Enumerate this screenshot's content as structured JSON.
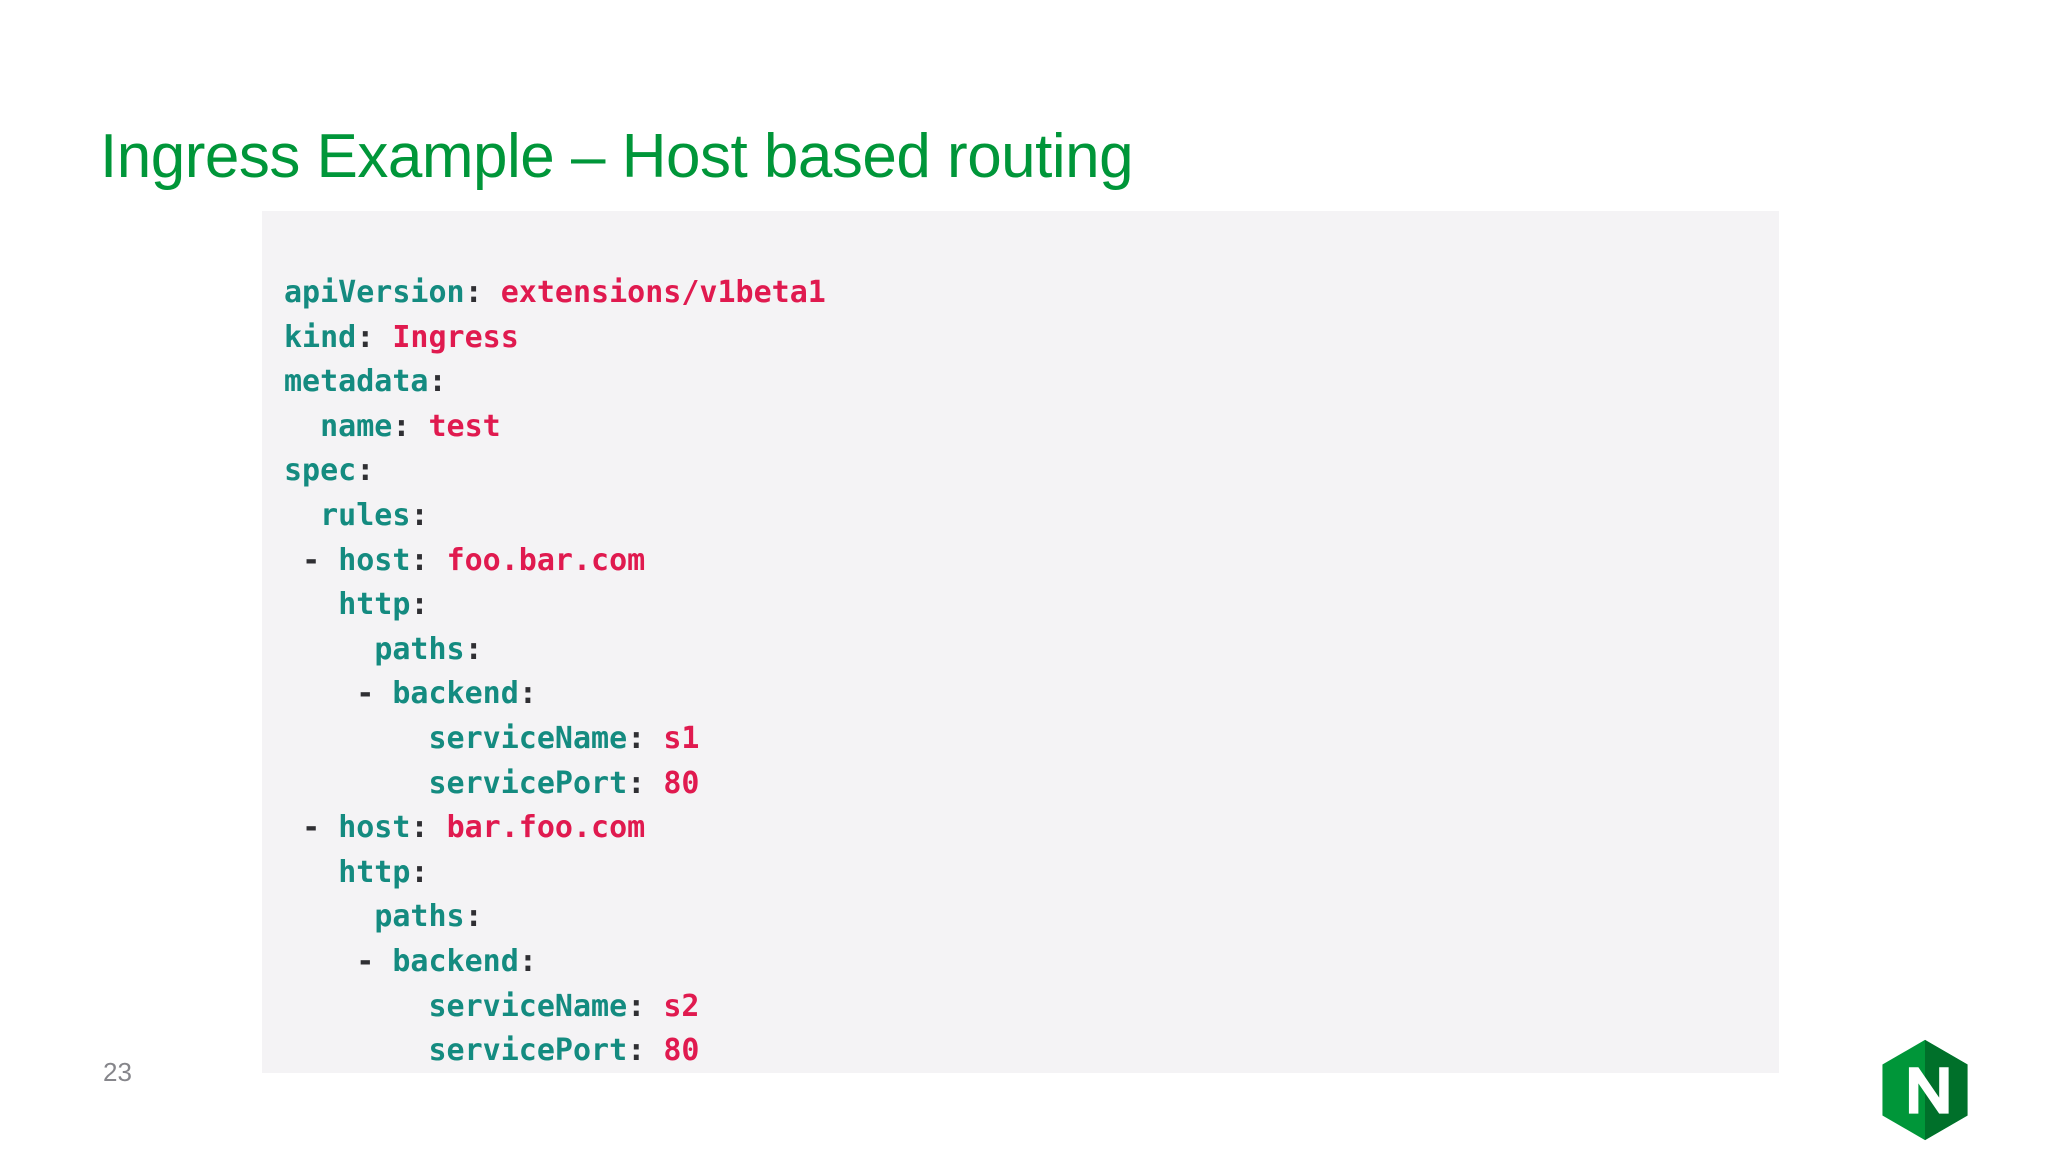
{
  "slide": {
    "title": "Ingress Example – Host based routing",
    "page_number": "23",
    "title_color": "#009639",
    "code_background": "#f4f3f5",
    "key_color": "#148b80",
    "value_color": "#e01a4f",
    "punct_color": "#2f2f33",
    "page_number_color": "#86868b"
  },
  "logo": {
    "name": "nginx-logo",
    "letter": "N",
    "color_light": "#009639",
    "color_dark": "#00702a"
  },
  "code": {
    "language": "yaml",
    "lines": [
      {
        "indent": "",
        "dash": "",
        "key": "apiVersion",
        "colon": ":",
        "value": "extensions/v1beta1"
      },
      {
        "indent": "",
        "dash": "",
        "key": "kind",
        "colon": ":",
        "value": "Ingress"
      },
      {
        "indent": "",
        "dash": "",
        "key": "metadata",
        "colon": ":",
        "value": ""
      },
      {
        "indent": "  ",
        "dash": "",
        "key": "name",
        "colon": ":",
        "value": "test"
      },
      {
        "indent": "",
        "dash": "",
        "key": "spec",
        "colon": ":",
        "value": ""
      },
      {
        "indent": "  ",
        "dash": "",
        "key": "rules",
        "colon": ":",
        "value": ""
      },
      {
        "indent": " ",
        "dash": "- ",
        "key": "host",
        "colon": ":",
        "value": "foo.bar.com"
      },
      {
        "indent": "   ",
        "dash": "",
        "key": "http",
        "colon": ":",
        "value": ""
      },
      {
        "indent": "     ",
        "dash": "",
        "key": "paths",
        "colon": ":",
        "value": ""
      },
      {
        "indent": "    ",
        "dash": "- ",
        "key": "backend",
        "colon": ":",
        "value": ""
      },
      {
        "indent": "        ",
        "dash": "",
        "key": "serviceName",
        "colon": ":",
        "value": "s1"
      },
      {
        "indent": "        ",
        "dash": "",
        "key": "servicePort",
        "colon": ":",
        "value": "80"
      },
      {
        "indent": " ",
        "dash": "- ",
        "key": "host",
        "colon": ":",
        "value": "bar.foo.com"
      },
      {
        "indent": "   ",
        "dash": "",
        "key": "http",
        "colon": ":",
        "value": ""
      },
      {
        "indent": "     ",
        "dash": "",
        "key": "paths",
        "colon": ":",
        "value": ""
      },
      {
        "indent": "    ",
        "dash": "- ",
        "key": "backend",
        "colon": ":",
        "value": ""
      },
      {
        "indent": "        ",
        "dash": "",
        "key": "serviceName",
        "colon": ":",
        "value": "s2"
      },
      {
        "indent": "        ",
        "dash": "",
        "key": "servicePort",
        "colon": ":",
        "value": "80"
      }
    ]
  }
}
